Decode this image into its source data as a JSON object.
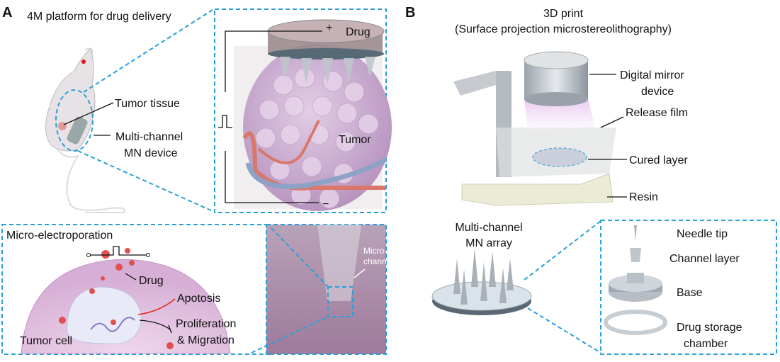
{
  "panel_a": {
    "label": "A",
    "title": "4M platform for drug delivery",
    "mouse": {
      "tumor_tissue": "Tumor tissue",
      "device_line1": "Multi-channel",
      "device_line2": "MN device"
    },
    "zoom": {
      "drug": "Drug",
      "plus": "+",
      "minus": "−",
      "tumor": "Tumor"
    },
    "micro": {
      "title": "Micro-electroporation",
      "drug": "Drug",
      "apoptosis": "Apotosis",
      "prolif_line1": "Proliferation",
      "prolif_line2": "& Migration",
      "tumor_cell": "Tumor cell",
      "channel_line1": "Micro-",
      "channel_line2": "channel"
    }
  },
  "panel_b": {
    "label": "B",
    "title_line1": "3D print",
    "title_line2": "(Surface projection microstereolithography)",
    "dmd_line1": "Digital mirror",
    "dmd_line2": "device",
    "release_film": "Release film",
    "cured_layer": "Cured layer",
    "resin": "Resin",
    "array_line1": "Multi-channel",
    "array_line2": "MN array",
    "parts": {
      "needle_tip": "Needle tip",
      "channel_layer": "Channel layer",
      "base": "Base",
      "storage_line1": "Drug storage",
      "storage_line2": "chamber"
    }
  },
  "colors": {
    "dash": "#2a9fd8",
    "tumor": "#c9a6cf",
    "vessel_red": "#d9776a",
    "vessel_blue": "#8ea2c8",
    "drug": "#d23a3a"
  }
}
